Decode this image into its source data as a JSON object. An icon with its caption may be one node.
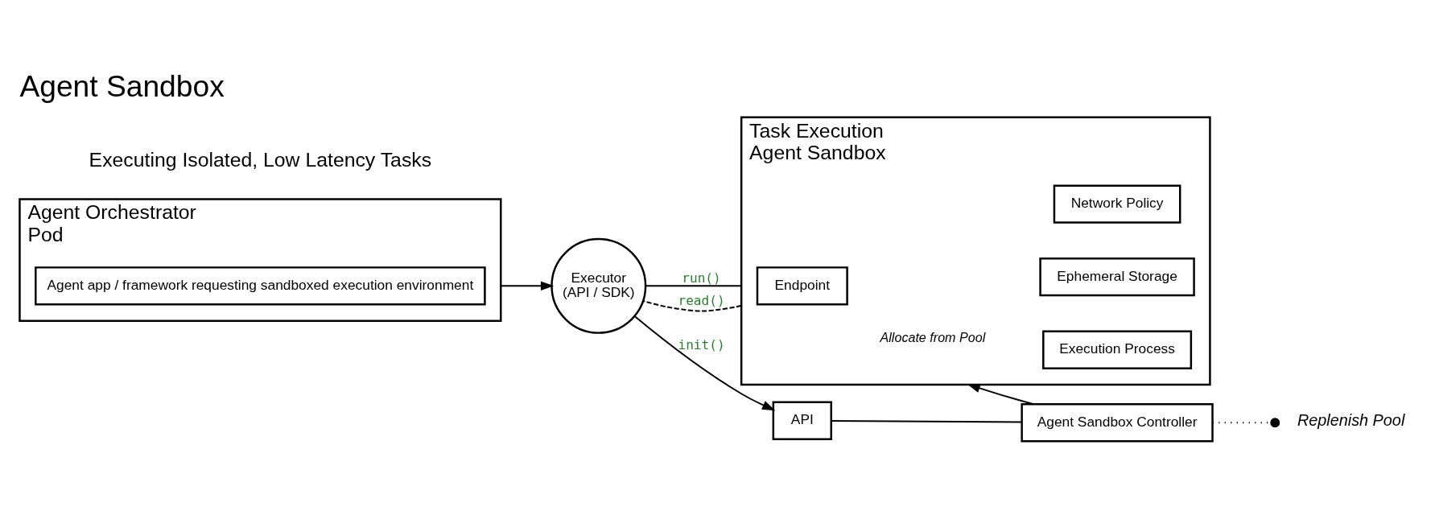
{
  "diagram": {
    "title": "Agent Sandbox",
    "nodes": [
      {
        "text": [
          "Agent Orchestrator",
          "Pod"
        ]
      },
      {
        "text": [
          "Agent app / framework requesting sandboxed execution environment"
        ],
        "in": 0
      },
      {
        "text": [
          "Executor",
          "(API / SDK)"
        ]
      },
      {
        "text": [
          "API"
        ]
      },
      {
        "text": [
          "Agent Sandbox Controller"
        ]
      },
      {
        "text": [
          "Replenish Pool"
        ]
      },
      {
        "text": [
          "Task Execution",
          "Agent Sandbox"
        ]
      },
      {
        "text": [
          "Endpoint"
        ],
        "in": 6
      },
      {
        "text": [
          "Execution Process"
        ],
        "in": 6
      },
      {
        "text": [
          "Ephemeral Storage"
        ],
        "in": 6
      },
      {
        "text": [
          "Network Policy"
        ],
        "in": 6
      }
    ],
    "edges": [
      {
        "from": 0,
        "to": 2,
        "arrow": "to"
      },
      {
        "from": 2,
        "to": 3,
        "arrow": "to",
        "label": "init()"
      },
      {
        "from": 3,
        "to": 4,
        "arrow": "none"
      },
      {
        "from": 4,
        "to": 5,
        "arrow": "other",
        "style": "dashed"
      },
      {
        "from": 4,
        "to": 6,
        "arrow": "to",
        "label": "Allocate from Pool"
      },
      {
        "from": 2,
        "to": 6,
        "arrow": "none",
        "label": "run()"
      },
      {
        "from": 6,
        "to": 2,
        "arrow": "none",
        "label": "read()",
        "style": "dashed"
      }
    ],
    "labels": [
      "Executing Isolated, Low Latency Tasks"
    ]
  }
}
